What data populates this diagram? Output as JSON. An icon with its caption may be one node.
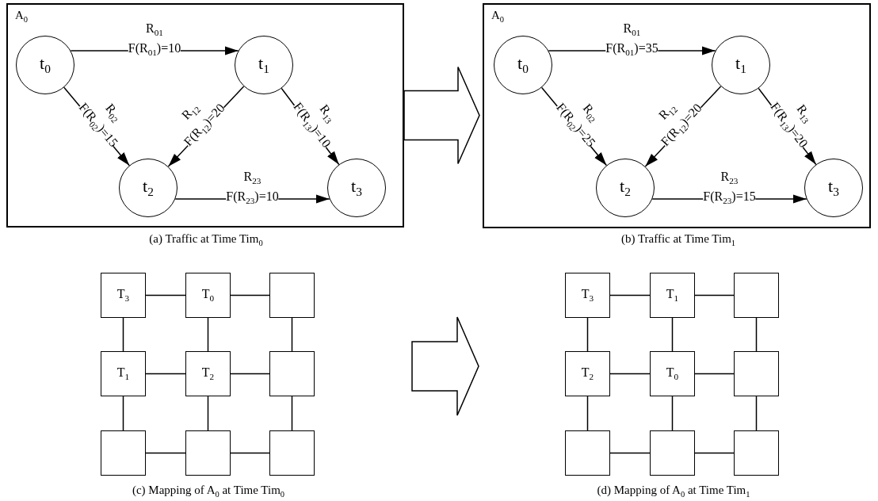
{
  "diagram": {
    "nodes": [
      {
        "text": [
          "A$_{0}$"
        ]
      },
      {
        "text": [
          "t$_{0}$"
        ],
        "in": 0
      },
      {
        "text": [
          "t$_{1}$"
        ],
        "in": 0
      },
      {
        "text": [
          "t$_{2}$"
        ],
        "in": 0
      },
      {
        "text": [
          "t$_{3}$"
        ],
        "in": 0
      },
      {
        "text": [
          "A$_{0}$"
        ]
      },
      {
        "text": [
          "t$_{0}$"
        ],
        "in": 5
      },
      {
        "text": [
          "t$_{1}$"
        ],
        "in": 5
      },
      {
        "text": [
          "t$_{2}$"
        ],
        "in": 5
      },
      {
        "text": [
          "t$_{3}$"
        ],
        "in": 5
      },
      {
        "text": [
          "T$_{3}$"
        ]
      },
      {
        "text": [
          "T$_{0}$"
        ]
      },
      {
        "text": [],
        "shape": "box"
      },
      {
        "text": [
          "T$_{1}$"
        ]
      },
      {
        "text": [
          "T$_{2}$"
        ]
      },
      {
        "text": [],
        "shape": "box"
      },
      {
        "text": [],
        "shape": "box"
      },
      {
        "text": [],
        "shape": "box"
      },
      {
        "text": [],
        "shape": "box"
      },
      {
        "text": [
          "T$_{3}$"
        ]
      },
      {
        "text": [
          "T$_{1}$"
        ]
      },
      {
        "text": [],
        "shape": "box"
      },
      {
        "text": [
          "T$_{2}$"
        ]
      },
      {
        "text": [
          "T$_{0}$"
        ]
      },
      {
        "text": [],
        "shape": "box"
      },
      {
        "text": [],
        "shape": "box"
      },
      {
        "text": [],
        "shape": "box"
      },
      {
        "text": [],
        "shape": "box"
      }
    ],
    "edges": [
      {
        "from": 1,
        "to": 2,
        "arrow": "to",
        "label": "R$_{01}$ F(R$_{01}$)=10"
      },
      {
        "from": 1,
        "to": 3,
        "arrow": "to",
        "label": "R$_{02}$ F(R$_{02}$)=15"
      },
      {
        "from": 2,
        "to": 3,
        "arrow": "to",
        "label": "R$_{12}$ F(R$_{12}$)=20"
      },
      {
        "from": 2,
        "to": 4,
        "arrow": "to",
        "label": "R$_{13}$ F(R$_{13}$)=10"
      },
      {
        "from": 3,
        "to": 4,
        "arrow": "to",
        "label": "R$_{23}$ F(R$_{23}$)=10"
      },
      {
        "from": 6,
        "to": 7,
        "arrow": "to",
        "label": "R$_{01}$ F(R$_{01}$)=35"
      },
      {
        "from": 6,
        "to": 8,
        "arrow": "to",
        "label": "R$_{02}$ F(R$_{02}$)=25"
      },
      {
        "from": 7,
        "to": 8,
        "arrow": "to",
        "label": "R$_{12}$ F(R$_{12}$)=20"
      },
      {
        "from": 7,
        "to": 9,
        "arrow": "to",
        "label": "R$_{13}$ F(R$_{13}$)=20"
      },
      {
        "from": 8,
        "to": 9,
        "arrow": "to",
        "label": "R$_{23}$ F(R$_{23}$)=15"
      },
      {
        "from": 0,
        "to": 5,
        "arrow": "to",
        "style": "thick"
      },
      {
        "from": 10,
        "to": 11,
        "arrow": "none"
      },
      {
        "from": 11,
        "to": 12,
        "arrow": "none"
      },
      {
        "from": 13,
        "to": 14,
        "arrow": "none"
      },
      {
        "from": 14,
        "to": 15,
        "arrow": "none"
      },
      {
        "from": 16,
        "to": 17,
        "arrow": "none"
      },
      {
        "from": 17,
        "to": 18,
        "arrow": "none"
      },
      {
        "from": 10,
        "to": 13,
        "arrow": "none"
      },
      {
        "from": 13,
        "to": 16,
        "arrow": "none"
      },
      {
        "from": 11,
        "to": 14,
        "arrow": "none"
      },
      {
        "from": 14,
        "to": 17,
        "arrow": "none"
      },
      {
        "from": 12,
        "to": 15,
        "arrow": "none"
      },
      {
        "from": 15,
        "to": 18,
        "arrow": "none"
      },
      {
        "from": 19,
        "to": 20,
        "arrow": "none"
      },
      {
        "from": 20,
        "to": 21,
        "arrow": "none"
      },
      {
        "from": 22,
        "to": 23,
        "arrow": "none"
      },
      {
        "from": 23,
        "to": 24,
        "arrow": "none"
      },
      {
        "from": 25,
        "to": 26,
        "arrow": "none"
      },
      {
        "from": 26,
        "to": 27,
        "arrow": "none"
      },
      {
        "from": 19,
        "to": 22,
        "arrow": "none"
      },
      {
        "from": 22,
        "to": 25,
        "arrow": "none"
      },
      {
        "from": 20,
        "to": 23,
        "arrow": "none"
      },
      {
        "from": 23,
        "to": 26,
        "arrow": "none"
      },
      {
        "from": 21,
        "to": 24,
        "arrow": "none"
      },
      {
        "from": 24,
        "to": 27,
        "arrow": "none"
      }
    ],
    "labels": [
      "(a) Traffic at Time Tim$_{0}$",
      "(b) Traffic at Time Tim$_{1}$",
      "(c) Mapping of A$_{0}$ at Time Tim$_{0}$",
      "(d) Mapping of A$_{0}$ at Time Tim$_{1}$"
    ]
  }
}
